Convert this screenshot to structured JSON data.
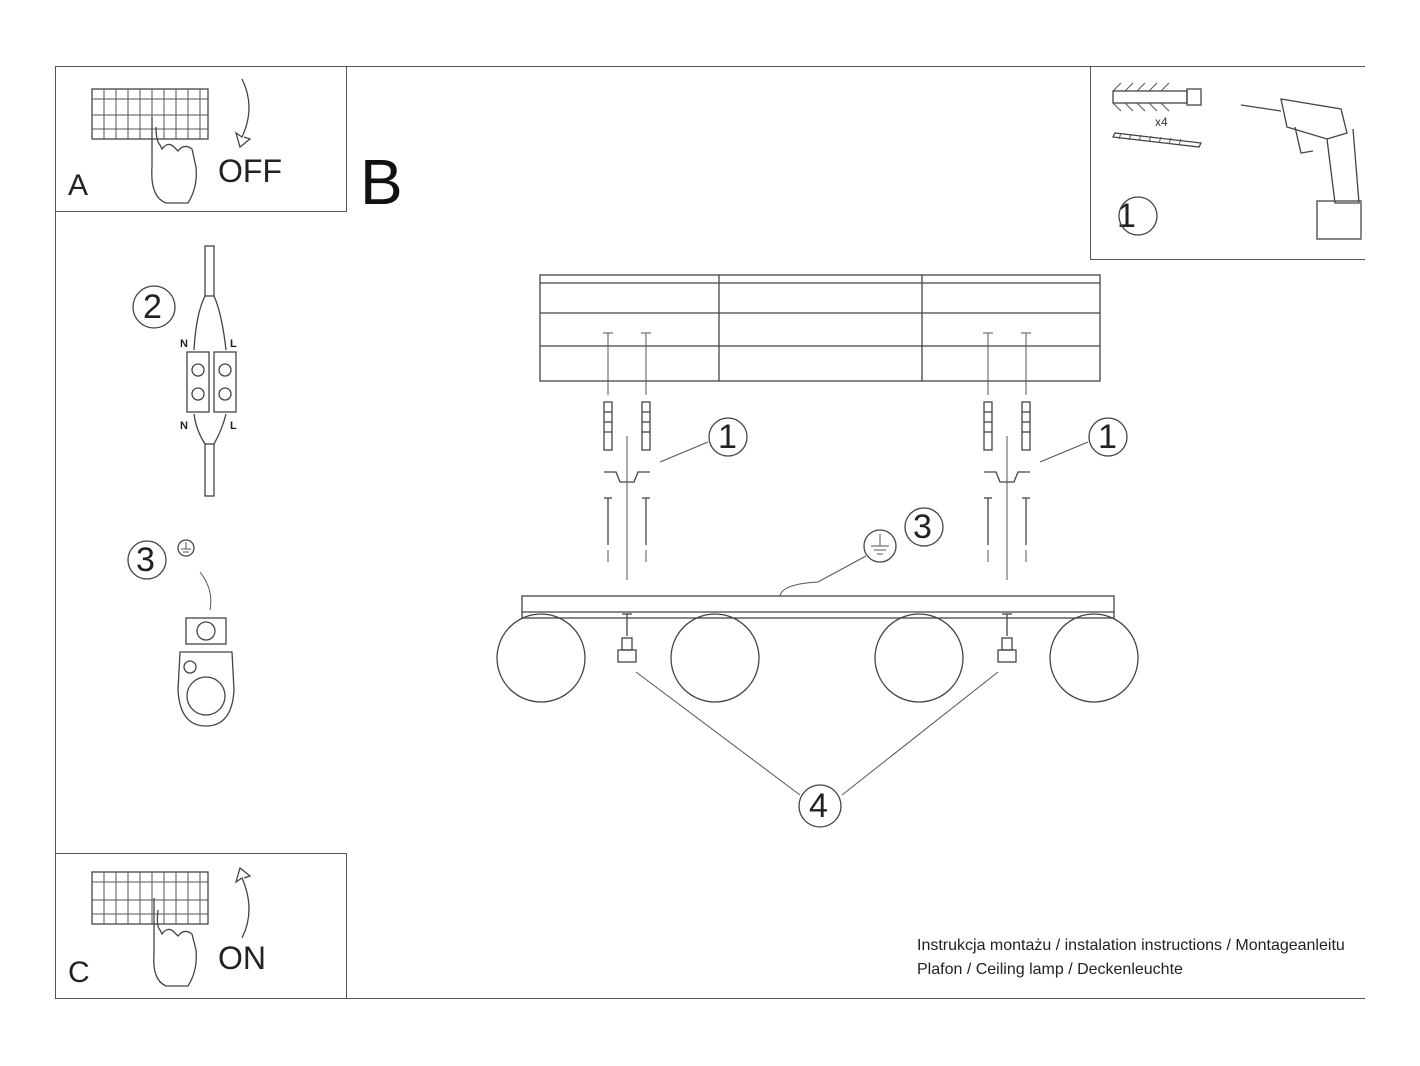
{
  "panels": {
    "a": {
      "letter": "A",
      "state": "OFF"
    },
    "b": {
      "letter": "B"
    },
    "c": {
      "letter": "C",
      "state": "ON"
    }
  },
  "tools": {
    "count": "x4",
    "step": "1"
  },
  "wiring": {
    "step": "2",
    "n_top": "N",
    "l_top": "L",
    "n_bottom": "N",
    "l_bottom": "L"
  },
  "ground": {
    "step": "3"
  },
  "callouts": {
    "mount_left": "1",
    "mount_right": "1",
    "ground": "3",
    "screws": "4"
  },
  "footer": {
    "line1": "Instrukcja montażu / instalation instructions / Montageanleitu",
    "line2": "Plafon / Ceiling lamp / Deckenleuchte"
  }
}
